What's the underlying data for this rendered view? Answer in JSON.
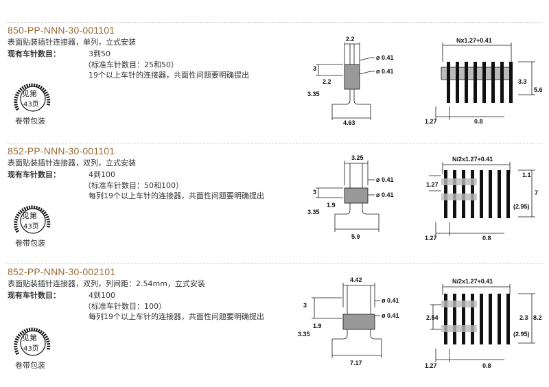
{
  "sections": [
    {
      "part": "850-PP-NNN-30-001101",
      "desc": "表面贴装插针连接器，单列，立式安装",
      "count_label": "现有车针数目：",
      "count": "3到50",
      "std": "（标准车针数目：25和50）",
      "note": "19个以上车针的连接器，共面性问题要明确提出",
      "reel_top": "见第",
      "reel_bottom": "43页",
      "reel_label": "卷带包装",
      "dims_side": {
        "top": "2.2",
        "h1": "3",
        "h2": "2.2",
        "h3": "3.35",
        "bottom": "4.63",
        "d1": "ø 0.41",
        "d2": "ø 0.41"
      },
      "dims_front": {
        "top": "Nx1.27+0.41",
        "r1": "3.3",
        "r2": "5.6",
        "bl": "1.27",
        "bm": "0.8"
      }
    },
    {
      "part": "852-PP-NNN-30-001101",
      "desc": "表面贴装插针连接器，双列，立式安装",
      "count_label": "现有车针数目：",
      "count": "4到100",
      "std": "（标准车针数目：50和100）",
      "note": "每列19个以上车针的连接器，共面性问题要明确提出",
      "reel_top": "见第",
      "reel_bottom": "43页",
      "reel_label": "卷带包装",
      "dims_side": {
        "top": "3.25",
        "h1": "3",
        "h2": "1.9",
        "h3": "3.35",
        "bottom": "5.9",
        "d1": "ø 0.41",
        "d2": "ø 0.41"
      },
      "dims_front": {
        "top": "N/2x1.27+0.41",
        "l1": "1.27",
        "r1": "1.1",
        "r2": "7",
        "r3": "(2.95)",
        "bl": "1.27",
        "bm": "0.8"
      }
    },
    {
      "part": "852-PP-NNN-30-002101",
      "desc": "表面贴装插针连接器，双列，列间距：2.54mm，立式安装",
      "count_label": "现有车针数目：",
      "count": "4到100",
      "std": "（标准车针数目：100）",
      "note": "每列19个以上车针的连接器，共面性问题要明确提出",
      "reel_top": "见第",
      "reel_bottom": "43页",
      "reel_label": "卷带包装",
      "dims_side": {
        "top": "4.42",
        "h1": "3",
        "h2": "1.9",
        "h3": "3.35",
        "bottom": "7.17",
        "d1": "ø 0.41",
        "d2": "ø 0.41"
      },
      "dims_front": {
        "top": "N/2x1.27+0.41",
        "l1": "2.54",
        "r1": "2.3",
        "r2": "8.2",
        "r3": "(2.95)",
        "bl": "1.27",
        "bm": "0.8"
      }
    }
  ]
}
